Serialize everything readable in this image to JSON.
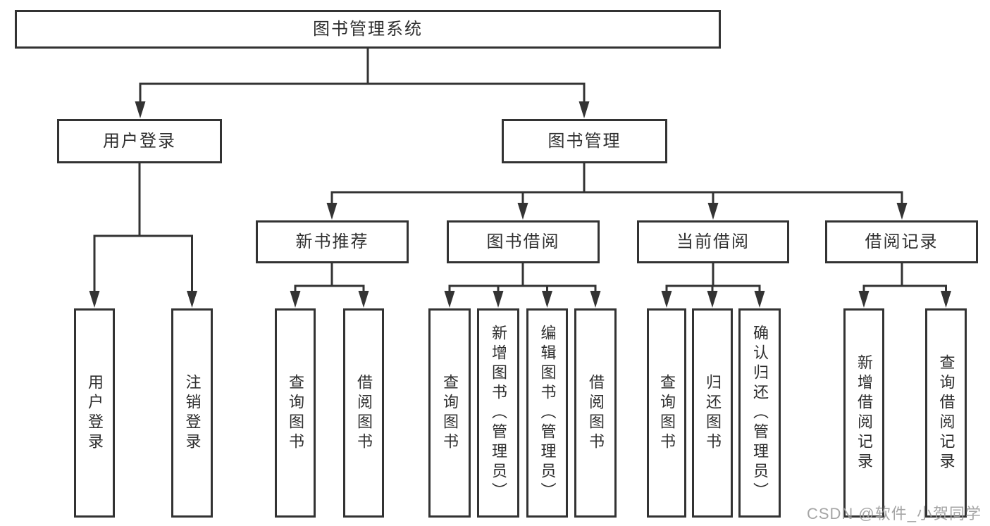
{
  "diagram": {
    "root": "图书管理系统",
    "level2": [
      "用户登录",
      "图书管理"
    ],
    "level3": [
      "新书推荐",
      "图书借阅",
      "当前借阅",
      "借阅记录"
    ],
    "leaves": {
      "user_login": [
        "用户登录",
        "注销登录"
      ],
      "new_book_recommend": [
        "查询图书",
        "借阅图书"
      ],
      "book_borrow": [
        "查询图书",
        "新增图书（管理员）",
        "编辑图书（管理员）",
        "借阅图书"
      ],
      "current_borrow": [
        "查询图书",
        "归还图书",
        "确认归还（管理员）"
      ],
      "borrow_records": [
        "新增借阅记录",
        "查询借阅记录"
      ]
    }
  },
  "colors": {
    "line": "#333333",
    "text": "#2f2f2f",
    "background": "#ffffff",
    "watermark": "#9b9b9b"
  },
  "watermark": "CSDN @软件_小贺同学"
}
